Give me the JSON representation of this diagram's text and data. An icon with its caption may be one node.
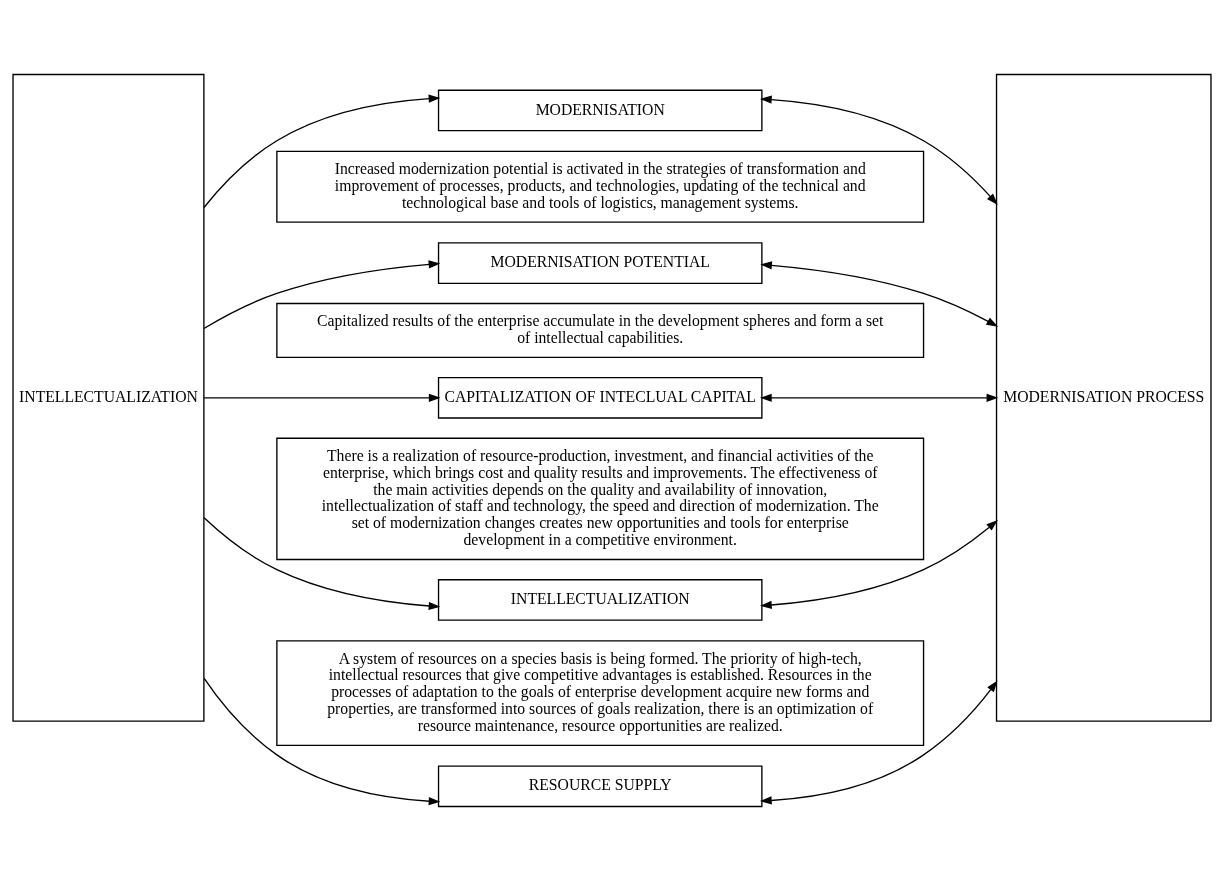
{
  "diagram": {
    "nodes": [
      {
        "text": [
          "INTELLECTUALIZATION"
        ]
      },
      {
        "text": [
          "MODERNISATION PROCESS"
        ]
      },
      {
        "text": [
          "MODERNISATION"
        ]
      },
      {
        "text": [
          "Increased modernization potential is activated in the strategies of transformation and improvement of processes, products, and technologies, updating of the technical and technological base and tools of logistics, management systems."
        ]
      },
      {
        "text": [
          "MODERNISATION POTENTIAL"
        ]
      },
      {
        "text": [
          "Capitalized results of the enterprise accumulate in the development spheres and form a set of intellectual capabilities."
        ]
      },
      {
        "text": [
          "CAPITALIZATION OF INTECLUAL CAPITAL"
        ]
      },
      {
        "text": [
          "There is a realization of resource-production, investment, and financial activities of the enterprise, which brings cost and quality results and improvements. The effectiveness of the main activities depends on the quality and availability of innovation, intellectualization of staff and technology, the speed and direction of modernization. The set of modernization changes creates new opportunities and tools for enterprise development in a competitive environment."
        ]
      },
      {
        "text": [
          "INTELLECTUALIZATION"
        ]
      },
      {
        "text": [
          "A system of resources on a species basis is being formed. The priority of high-tech, intellectual resources that give competitive advantages is established. Resources in the processes of adaptation to the goals of enterprise development acquire new forms and properties, are transformed into sources of goals realization, there is an optimization of resource maintenance, resource opportunities are realized."
        ]
      },
      {
        "text": [
          "RESOURCE SUPPLY"
        ]
      }
    ],
    "edges": [
      {
        "from": 0,
        "to": 2,
        "arrow": "to"
      },
      {
        "from": 2,
        "to": 1,
        "arrow": "both"
      },
      {
        "from": 0,
        "to": 4,
        "arrow": "to"
      },
      {
        "from": 4,
        "to": 1,
        "arrow": "both"
      },
      {
        "from": 0,
        "to": 6,
        "arrow": "to"
      },
      {
        "from": 6,
        "to": 1,
        "arrow": "both"
      },
      {
        "from": 0,
        "to": 8,
        "arrow": "to"
      },
      {
        "from": 8,
        "to": 1,
        "arrow": "both"
      },
      {
        "from": 0,
        "to": 10,
        "arrow": "to"
      },
      {
        "from": 10,
        "to": 1,
        "arrow": "both"
      }
    ]
  }
}
